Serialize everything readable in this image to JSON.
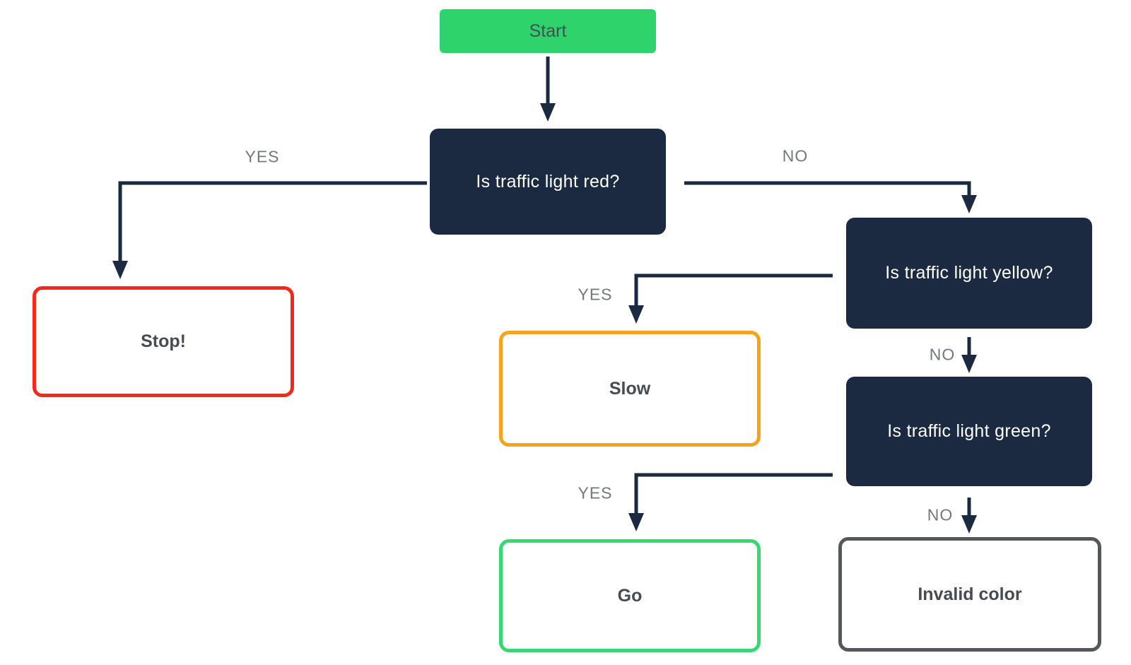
{
  "diagram": {
    "type": "flowchart"
  },
  "nodes": {
    "start": {
      "label": "Start",
      "type": "start"
    },
    "q_red": {
      "label": "Is traffic light red?",
      "type": "decision"
    },
    "q_yellow": {
      "label": "Is traffic light yellow?",
      "type": "decision"
    },
    "q_green": {
      "label": "Is traffic light green?",
      "type": "decision"
    },
    "stop": {
      "label": "Stop!",
      "type": "terminal"
    },
    "slow": {
      "label": "Slow",
      "type": "terminal"
    },
    "go": {
      "label": "Go",
      "type": "terminal"
    },
    "invalid": {
      "label": "Invalid color",
      "type": "terminal"
    }
  },
  "edges": [
    {
      "from": "start",
      "to": "q_red",
      "label": ""
    },
    {
      "from": "q_red",
      "to": "stop",
      "label": "YES"
    },
    {
      "from": "q_red",
      "to": "q_yellow",
      "label": "NO"
    },
    {
      "from": "q_yellow",
      "to": "slow",
      "label": "YES"
    },
    {
      "from": "q_yellow",
      "to": "q_green",
      "label": "NO"
    },
    {
      "from": "q_green",
      "to": "go",
      "label": "YES"
    },
    {
      "from": "q_green",
      "to": "invalid",
      "label": "NO"
    }
  ],
  "colors": {
    "background": "#ffffff",
    "decision_fill": "#1b2a41",
    "decision_text": "#ffffff",
    "start_fill": "#2fd36c",
    "start_text": "#474d55",
    "stop_border": "#f5281c",
    "slow_border": "#f6a21b",
    "go_border": "#36d870",
    "invalid_border": "#55585b",
    "leaf_text": "#474b52",
    "edge": "#1b2a41",
    "edge_label": "#75787b"
  }
}
